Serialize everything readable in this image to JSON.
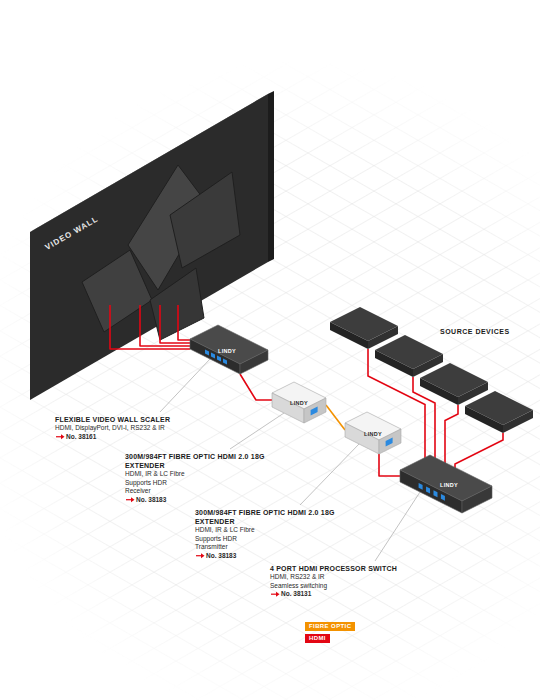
{
  "diagram": {
    "nodes": [
      {
        "text": [
          "VIDEO WALL"
        ]
      },
      {
        "text": [
          "LINDY"
        ]
      },
      {
        "text": [
          "LINDY"
        ]
      },
      {
        "text": [
          "LINDY"
        ]
      },
      {
        "text": [
          "LINDY"
        ]
      }
    ],
    "edges": [
      {
        "from": 1,
        "to": 0,
        "arrow": "none"
      },
      {
        "from": 1,
        "to": 0,
        "arrow": "none"
      },
      {
        "from": 1,
        "to": 0,
        "arrow": "none"
      },
      {
        "from": 1,
        "to": 0,
        "arrow": "none"
      },
      {
        "from": 2,
        "to": 1,
        "arrow": "none"
      },
      {
        "from": 3,
        "to": 2,
        "arrow": "none"
      },
      {
        "from": 4,
        "to": 3,
        "arrow": "none"
      }
    ],
    "labels": [
      "SOURCE DEVICES",
      "FLEXIBLE VIDEO WALL SCALER",
      "HDMI, DisplayPort, DVI-I, RS232 & IR",
      "No. 38161",
      "300M/984FT FIBRE OPTIC HDMI 2.0 18G EXTENDER",
      "HDMI, IR & LC Fibre",
      "Supports HDR",
      "Receiver",
      "No. 38183",
      "300M/984FT FIBRE OPTIC HDMI 2.0 18G EXTENDER",
      "HDMI, IR & LC Fibre",
      "Supports HDR",
      "Transmitter",
      "No. 38183",
      "4 PORT HDMI PROCESSOR SWITCH",
      "HDMI, RS232 & IR",
      "Seamless switching",
      "No. 38131"
    ],
    "legend": [
      {
        "text": "FIBRE OPTIC",
        "color": "#f39200"
      },
      {
        "text": "HDMI",
        "color": "#e30613"
      }
    ]
  }
}
